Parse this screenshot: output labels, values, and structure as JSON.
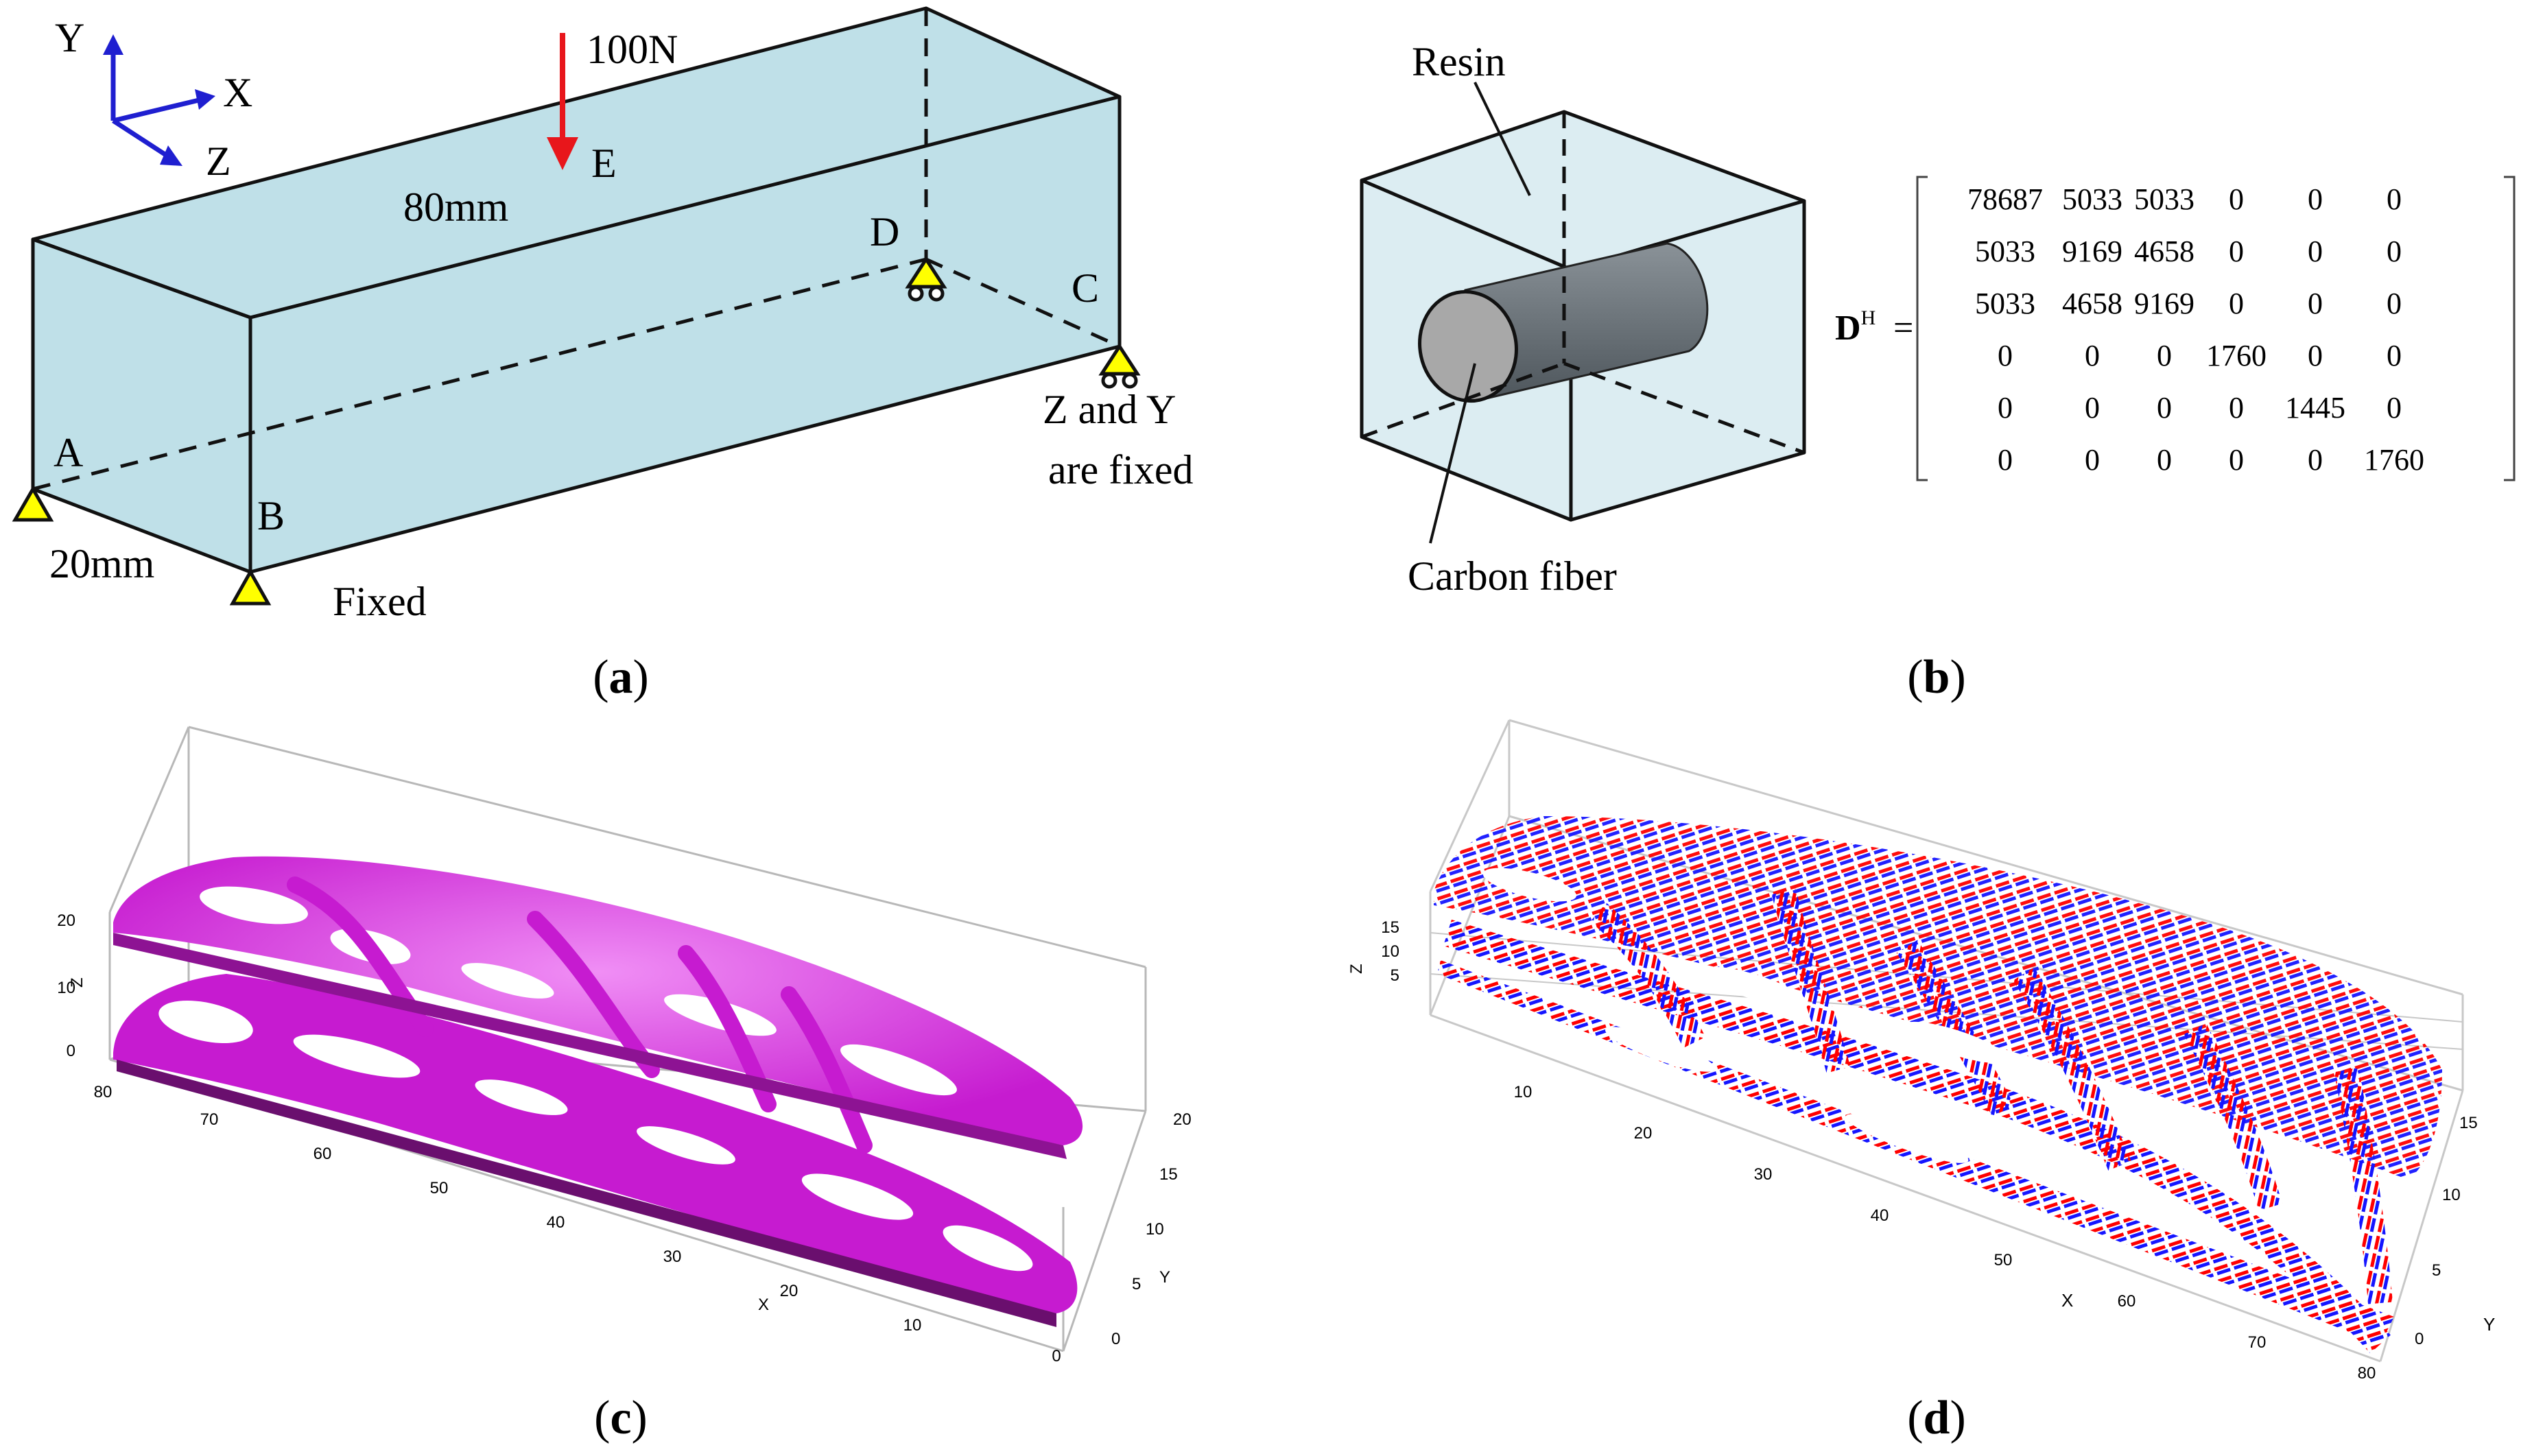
{
  "panel_a": {
    "axis_y": "Y",
    "axis_x": "X",
    "axis_z": "Z",
    "force": "100N",
    "point_e": "E",
    "length": "80mm",
    "point_d": "D",
    "point_c": "C",
    "point_a": "A",
    "point_b": "B",
    "width": "20mm",
    "fixed": "Fixed",
    "zy_fixed_line1": "Z and Y",
    "zy_fixed_line2": "are fixed",
    "caption_open": "(",
    "caption_letter": "a",
    "caption_close": ")",
    "colors": {
      "box_fill": "#bfe0e8",
      "force_arrow": "#e8161b",
      "axes": "#1f1fd0",
      "support": "#ffff00"
    }
  },
  "panel_b": {
    "resin": "Resin",
    "carbon_fiber": "Carbon fiber",
    "matrix_symbol": "D",
    "matrix_superscript": "H",
    "matrix_equals": "=",
    "matrix": [
      [
        "78687",
        "5033",
        "5033",
        "0",
        "0",
        "0"
      ],
      [
        "5033",
        "9169",
        "4658",
        "0",
        "0",
        "0"
      ],
      [
        "5033",
        "4658",
        "9169",
        "0",
        "0",
        "0"
      ],
      [
        "0",
        "0",
        "0",
        "1760",
        "0",
        "0"
      ],
      [
        "0",
        "0",
        "0",
        "0",
        "1445",
        "0"
      ],
      [
        "0",
        "0",
        "0",
        "0",
        "0",
        "1760"
      ]
    ],
    "caption_open": "(",
    "caption_letter": "b",
    "caption_close": ")",
    "colors": {
      "cube_fill": "#dcedf2",
      "fiber": "#6b7378",
      "fiber_end": "#a8a8a8"
    }
  },
  "panel_c": {
    "z_label": "Z",
    "z_ticks": [
      "20",
      "10",
      "0"
    ],
    "x_label": "X",
    "x_ticks": [
      "80",
      "70",
      "60",
      "50",
      "40",
      "30",
      "20",
      "10",
      "0"
    ],
    "y_label": "Y",
    "y_ticks": [
      "20",
      "15",
      "10",
      "5",
      "0"
    ],
    "caption_open": "(",
    "caption_letter": "c",
    "caption_close": ")",
    "colors": {
      "structure": "#c61bd0",
      "structure_light": "#e27ae8",
      "structure_dark": "#6a0f6e"
    }
  },
  "panel_d": {
    "z_label": "Z",
    "z_ticks": [
      "15",
      "10",
      "5"
    ],
    "x_label": "X",
    "x_ticks": [
      "10",
      "20",
      "30",
      "40",
      "50",
      "60",
      "70",
      "80"
    ],
    "y_label": "Y",
    "y_ticks": [
      "15",
      "10",
      "5",
      "0"
    ],
    "caption_open": "(",
    "caption_letter": "d",
    "caption_close": ")",
    "colors": {
      "fiber_red": "#ff0000",
      "fiber_blue": "#1515ff"
    }
  }
}
